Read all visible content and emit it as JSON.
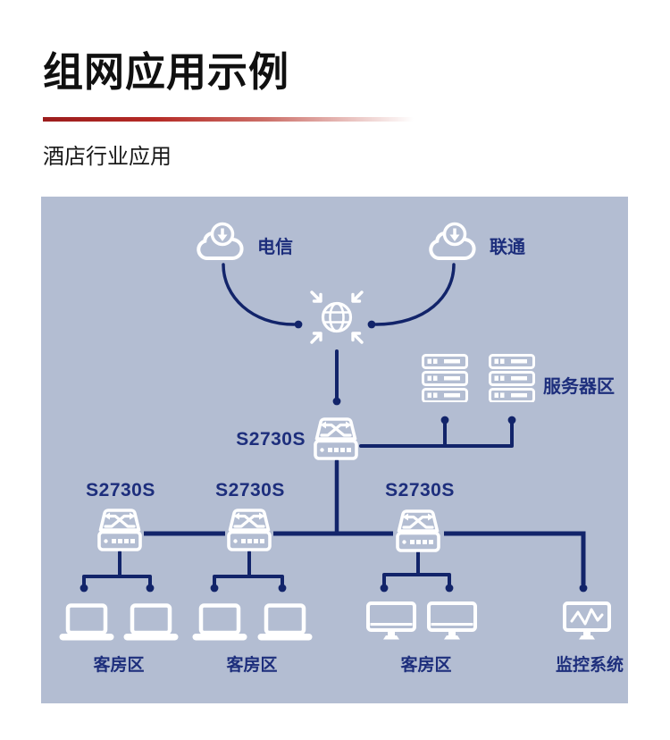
{
  "header": {
    "title": "组网应用示例",
    "subtitle": "酒店行业应用"
  },
  "diagram": {
    "isp_left": "电信",
    "isp_right": "联通",
    "core_switch_label": "S2730S",
    "server_area_label": "服务器区",
    "access_switches": [
      "S2730S",
      "S2730S",
      "S2730S"
    ],
    "zones": [
      "客房区",
      "客房区",
      "客房区",
      "监控系统"
    ],
    "colors": {
      "panel_bg": "#b3bdd2",
      "line_navy": "#12246a",
      "label_navy": "#1d2e7c",
      "icon_white": "#ffffff",
      "accent_red": "#a81f1d",
      "title_black": "#101010"
    },
    "icons": {
      "isp": "cloud-download-icon",
      "internet": "globe-arrows-icon",
      "switch": "switch-crossed-arrows-icon",
      "servers": "server-rack-icon",
      "guest_laptop": "laptop-icon",
      "guest_desktop": "desktop-monitor-icon",
      "monitoring": "waveform-monitor-icon"
    }
  }
}
